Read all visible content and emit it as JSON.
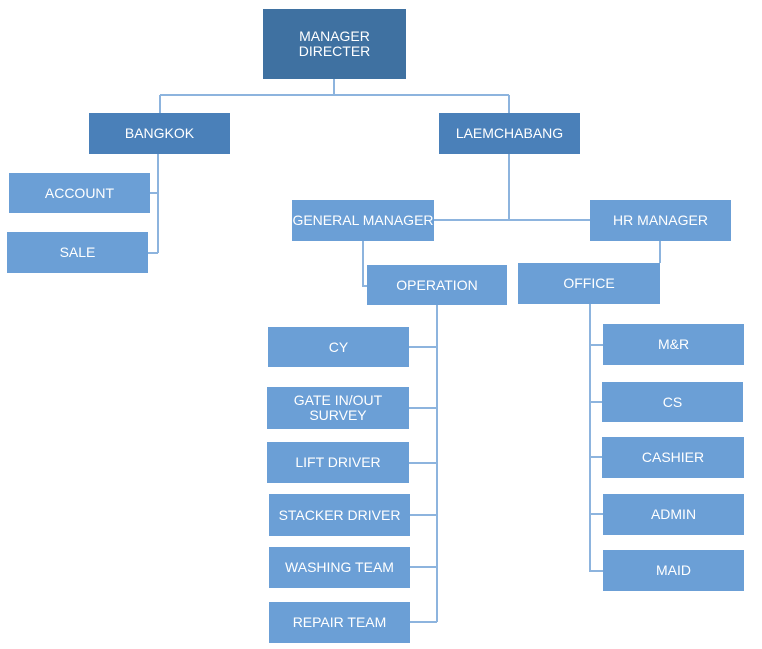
{
  "colors": {
    "level0": "#3f71a1",
    "level1": "#4a80b9",
    "level2": "#6b9fd6",
    "connector": "#8db4de",
    "text": "#ffffff"
  },
  "nodes": {
    "manager_directer": "MANAGER\nDIRECTER",
    "bangkok": "BANGKOK",
    "laemchabang": "LAEMCHABANG",
    "account": "ACCOUNT",
    "sale": "SALE",
    "general_manager": "GENERAL MANAGER",
    "hr_manager": "HR MANAGER",
    "operation": "OPERATION",
    "office": "OFFICE",
    "cy": "CY",
    "gate_in_out_survey": "GATE IN/OUT\nSURVEY",
    "lift_driver": "LIFT DRIVER",
    "stacker_driver": "STACKER DRIVER",
    "washing_team": "WASHING TEAM",
    "repair_team": "REPAIR TEAM",
    "m_and_r": "M&R",
    "cs": "CS",
    "cashier": "CASHIER",
    "admin": "ADMIN",
    "maid": "MAID"
  }
}
